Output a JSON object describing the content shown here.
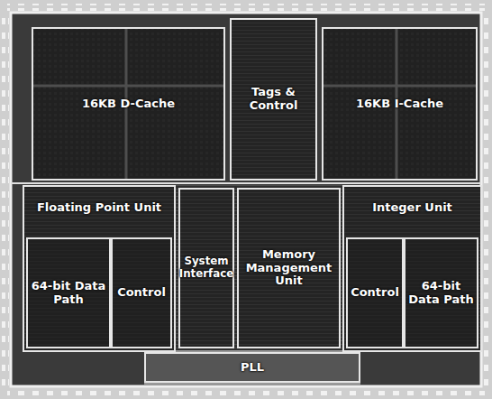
{
  "diagram": {
    "nodes": [
      {
        "text": [
          "16KB D-Cache"
        ]
      },
      {
        "text": [
          "Tags & Control"
        ]
      },
      {
        "text": [
          "16KB I-Cache"
        ]
      },
      {
        "text": [
          "Floating Point Unit"
        ]
      },
      {
        "text": [
          "64-bit Data Path"
        ],
        "in": 3
      },
      {
        "text": [
          "Control"
        ],
        "in": 3
      },
      {
        "text": [
          "System Interface"
        ]
      },
      {
        "text": [
          "Memory Management Unit"
        ]
      },
      {
        "text": [
          "Integer Unit"
        ]
      },
      {
        "text": [
          "Control"
        ],
        "in": 8
      },
      {
        "text": [
          "64-bit Data Path"
        ],
        "in": 8
      },
      {
        "text": [
          "PLL"
        ]
      }
    ]
  }
}
